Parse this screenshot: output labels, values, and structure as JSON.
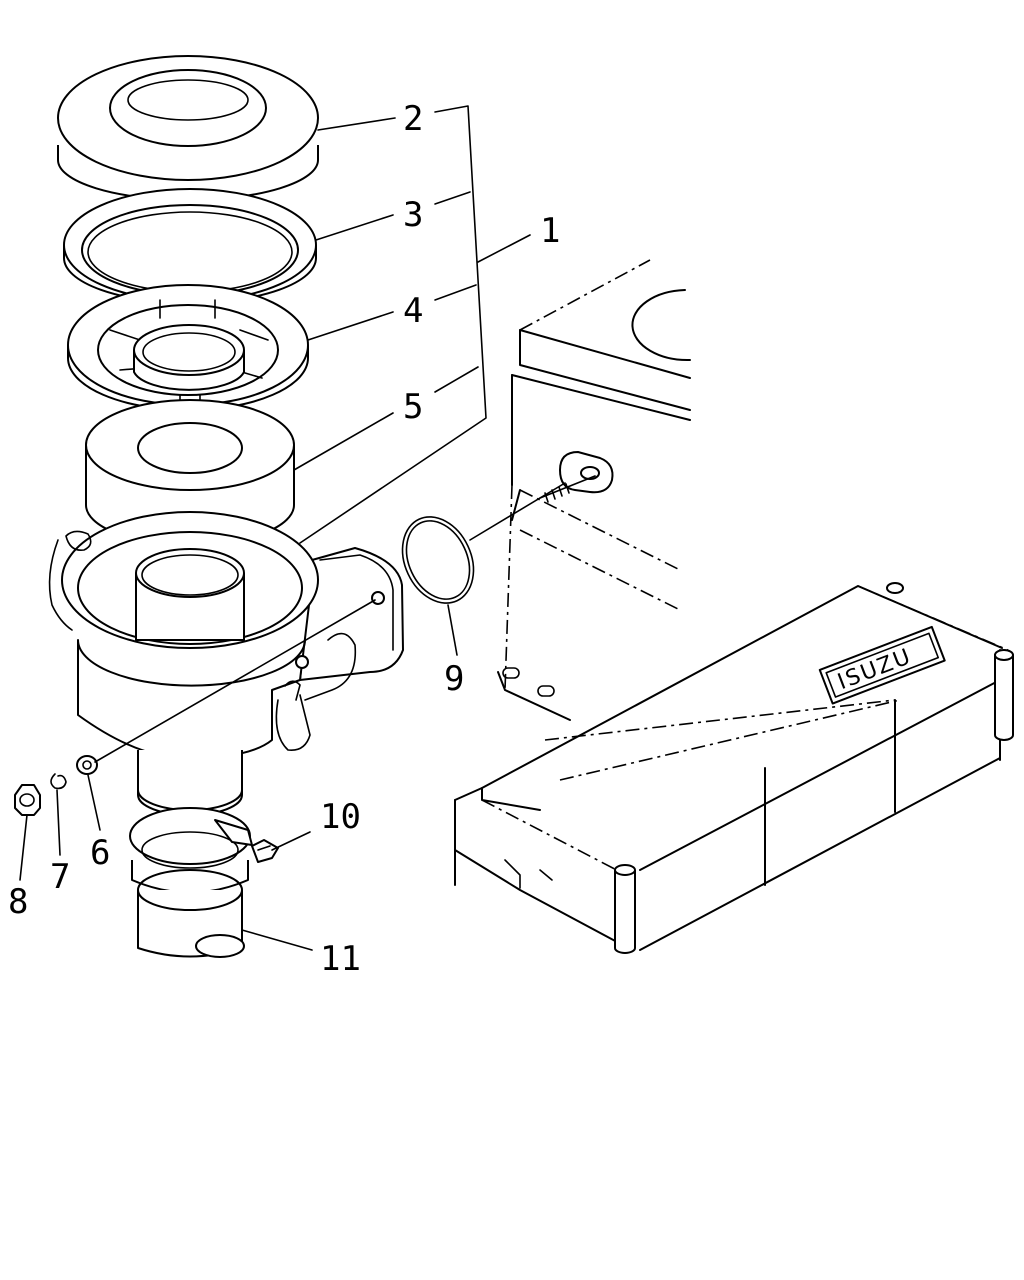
{
  "callouts": {
    "c1": "1",
    "c2": "2",
    "c3": "3",
    "c4": "4",
    "c5": "5",
    "c6": "6",
    "c7": "7",
    "c8": "8",
    "c9": "9",
    "c10": "10",
    "c11": "11"
  },
  "logo": "ISUZU"
}
